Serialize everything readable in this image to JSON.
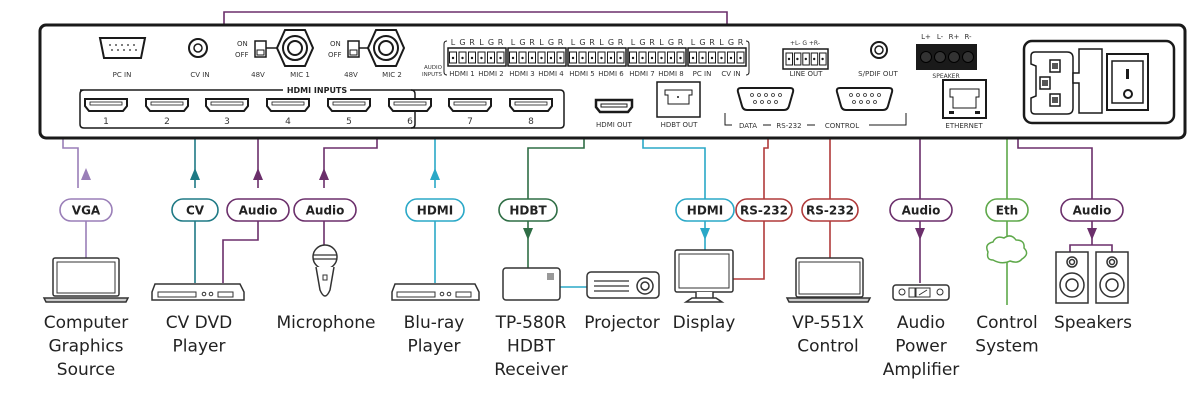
{
  "colors": {
    "vga": "#9a7fb8",
    "cv": "#1f7a85",
    "audio": "#6b2f6b",
    "hdmi": "#2aa8c7",
    "hdbt": "#2f6e45",
    "rs232": "#b03a3a",
    "eth": "#5ea84a",
    "panel_stroke": "#1a1a1a"
  },
  "panel": {
    "ports": {
      "pc_in": "PC IN",
      "cv_in": "CV IN",
      "on": "ON",
      "off": "OFF",
      "v48_1": "48V",
      "mic1": "MIC 1",
      "v48_2": "48V",
      "mic2": "MIC 2",
      "audio_inputs_1": "AUDIO",
      "audio_inputs_2": "INPUTS",
      "hdmi_inputs": "HDMI INPUTS",
      "hdmi_out": "HDMI OUT",
      "hdbt_out": "HDBT OUT",
      "line_out": "LINE OUT",
      "line_out_pins": "+L- G +R-",
      "spdif_out": "S/PDIF OUT",
      "speaker": "SPEAKER",
      "speaker_pins": [
        "L+",
        "L-",
        "R+",
        "R-"
      ],
      "ethernet": "ETHERNET",
      "data": "DATA",
      "rs232": "RS-232",
      "control": "CONTROL"
    },
    "hdmi_numbers": [
      "1",
      "2",
      "3",
      "4",
      "5",
      "6",
      "7",
      "8"
    ],
    "audio_block_pins": "L G R L G R",
    "audio_block_labels": [
      [
        "HDMI 1",
        "HDMI 2"
      ],
      [
        "HDMI 3",
        "HDMI 4"
      ],
      [
        "HDMI 5",
        "HDMI 6"
      ],
      [
        "HDMI 7",
        "HDMI 8"
      ],
      [
        "PC IN",
        "CV IN"
      ]
    ]
  },
  "signals": {
    "vga": "VGA",
    "cv": "CV",
    "audio_dvd": "Audio",
    "audio_mic": "Audio",
    "hdmi_in": "HDMI",
    "hdbt": "HDBT",
    "hdmi_out": "HDMI",
    "rs232_data": "RS-232",
    "rs232_control": "RS-232",
    "audio_amp": "Audio",
    "eth": "Eth",
    "audio_spk": "Audio"
  },
  "devices": {
    "computer": [
      "Computer",
      "Graphics",
      "Source"
    ],
    "dvd": [
      "CV DVD",
      "Player"
    ],
    "mic": [
      "Microphone"
    ],
    "bluray": [
      "Blu-ray",
      "Player"
    ],
    "receiver": [
      "TP-580R",
      "HDBT",
      "Receiver"
    ],
    "projector": [
      "Projector"
    ],
    "display": [
      "Display"
    ],
    "vp551x": [
      "VP-551X",
      "Control"
    ],
    "amplifier": [
      "Audio",
      "Power",
      "Amplifier"
    ],
    "control_system": [
      "Control",
      "System"
    ],
    "speakers": [
      "Speakers"
    ]
  }
}
